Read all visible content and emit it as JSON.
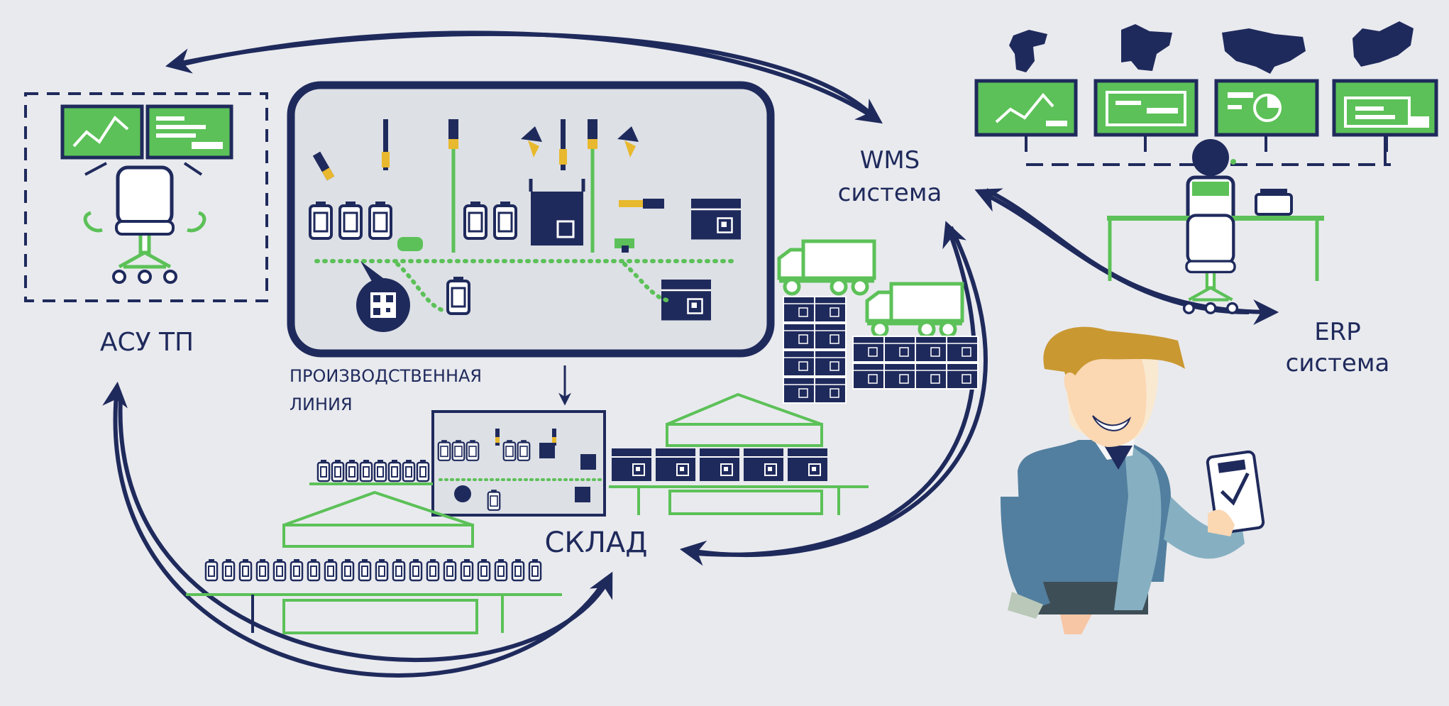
{
  "labels": {
    "asu_tp": "АСУ ТП",
    "production_line_1": "ПРОИЗВОДСТВЕННАЯ",
    "production_line_2": "ЛИНИЯ",
    "warehouse": "СКЛАД",
    "wms_1": "WMS",
    "wms_2": "система",
    "erp_1": "ERP",
    "erp_2": "система"
  },
  "colors": {
    "navy": "#1f2a5c",
    "green": "#5cc158",
    "bright_green": "#3dba52",
    "yellow": "#e8b92e",
    "background": "#e9eaee",
    "panel": "#dde0e5"
  }
}
